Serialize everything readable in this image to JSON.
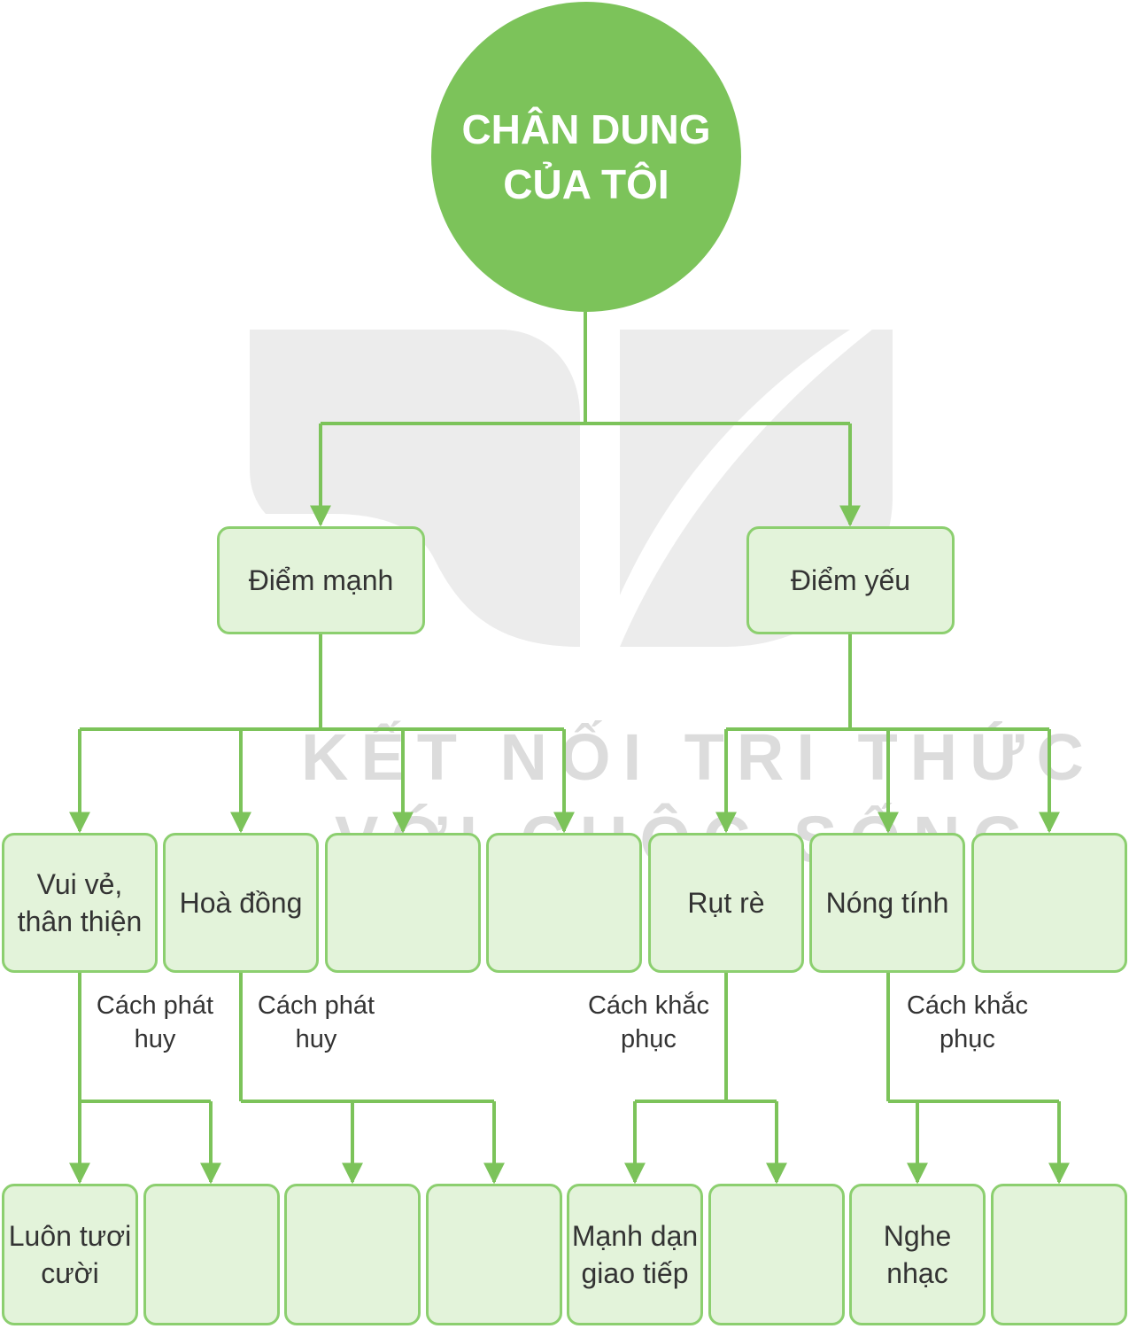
{
  "watermark": {
    "line1": "KẾT NỐI TRI THỨC",
    "line2": "VỚI CUỘC SỐNG"
  },
  "root": {
    "label": "CHÂN DUNG\nCỦA TÔI"
  },
  "level1": [
    {
      "label": "Điểm mạnh"
    },
    {
      "label": "Điểm yếu"
    }
  ],
  "level2": [
    {
      "label": "Vui vẻ,\nthân thiện"
    },
    {
      "label": "Hoà đồng"
    },
    {
      "label": ""
    },
    {
      "label": ""
    },
    {
      "label": "Rụt rè"
    },
    {
      "label": "Nóng tính"
    },
    {
      "label": ""
    }
  ],
  "branch_labels": [
    {
      "label": "Cách phát\nhuy"
    },
    {
      "label": "Cách phát\nhuy"
    },
    {
      "label": "Cách khắc\nphục"
    },
    {
      "label": "Cách khắc\nphục"
    }
  ],
  "level3": [
    {
      "label": "Luôn tươi\ncười"
    },
    {
      "label": ""
    },
    {
      "label": ""
    },
    {
      "label": ""
    },
    {
      "label": "Mạnh dạn\ngiao tiếp"
    },
    {
      "label": ""
    },
    {
      "label": "Nghe\nnhạc"
    },
    {
      "label": ""
    }
  ],
  "colors": {
    "root_fill": "#7cc35a",
    "box_fill": "#e3f3da",
    "box_border": "#8ccf6f",
    "connector": "#7cc35a",
    "watermark": "#dcdcdc"
  }
}
